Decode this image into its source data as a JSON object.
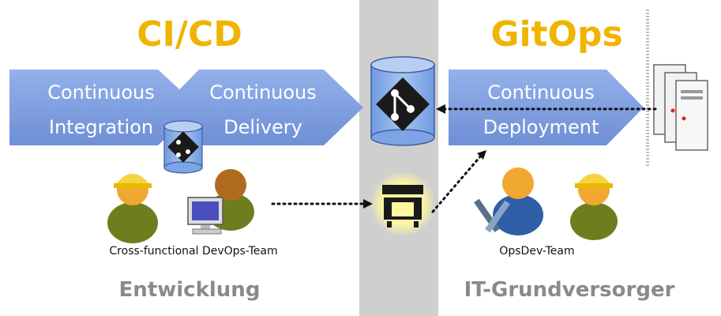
{
  "headings": {
    "left": "CI/CD",
    "right": "GitOps"
  },
  "arrows": {
    "ci": [
      "Continuous",
      "Integration"
    ],
    "cd": [
      "Continuous",
      "Delivery"
    ],
    "deploy": [
      "Continuous",
      "Deployment"
    ]
  },
  "captions": {
    "left_team": "Cross-functional DevOps-Team",
    "right_team": "OpsDev-Team"
  },
  "sections": {
    "left": "Entwicklung",
    "right": "IT-Grundversorger"
  },
  "colors": {
    "title": "#f0b400",
    "arrow": "#7b9bdc",
    "git": "#1a1a1a",
    "stripe": "#cfcfcf"
  },
  "icons": [
    "git-repo-icon",
    "marketplace-icon",
    "server-stack-icon",
    "developer-icon",
    "admin-icon",
    "worker-icon",
    "monitor-icon"
  ]
}
